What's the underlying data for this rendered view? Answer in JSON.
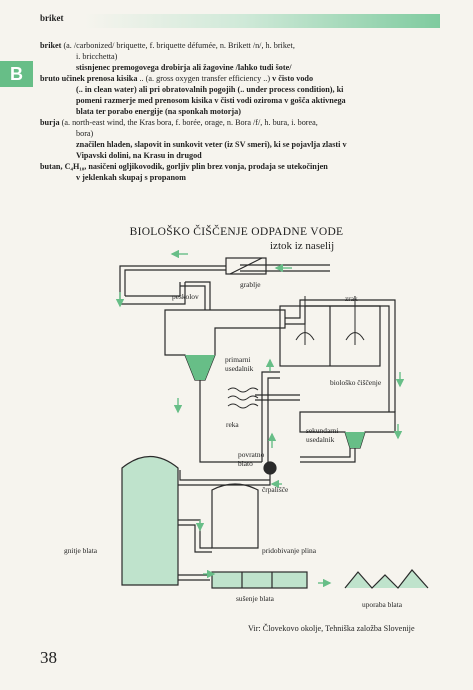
{
  "running_head": "briket",
  "side_tab": "B",
  "entries": [
    {
      "term": "briket",
      "gloss_lines": [
        "(a. /carbonized/ briquette, f. briquette défumée, n. Brikett /n/, h. briket,",
        "i. bricchetta)"
      ],
      "definition_lines": [
        "stisnjenec premogovega drobirja ali žagovine /lahko tudi šote/"
      ]
    },
    {
      "term": "bruto učinek prenosa kisika",
      "gloss_lines": [
        ".. (a. gross oxygen transfer efficiency ..)"
      ],
      "definition_lines": [
        "v čisto vodo",
        "(.. in clean water) ali pri obratovalnih pogojih (.. under process condition), ki",
        "pomeni razmerje med prenosom kisika v čisti vodi oziroma v gošča aktivnega",
        "blata ter porabo energije (na sponkah motorja)"
      ]
    },
    {
      "term": "burja",
      "gloss_lines": [
        "(a. north-east wind, the Kras bora, f. borée, orage, n. Bora /f/, h. bura, i. borea,",
        "bora)"
      ],
      "definition_lines": [
        "značilen hladen, slapovit in sunkovit veter (iz SV smeri), ki se pojavlja zlasti v",
        "Vipavski dolini, na Krasu in drugod"
      ]
    },
    {
      "term": "butan",
      "formula": "C₄H₁₀",
      "definition_lines": [
        "nasičeni ogljikovodik, gorljiv plin brez vonja, prodaja se utekočinjen",
        "v jeklenkah skupaj s propanom"
      ]
    }
  ],
  "diagram": {
    "title": "BIOLOŠKO ČIŠČENJE ODPADNE VODE",
    "subtitle": "iztok iz naselij",
    "labels": {
      "grablje": "grablje",
      "peskolov": "peskolov",
      "zrak": "zrak",
      "primarni_usedalnik": [
        "primarni",
        "usedalnik"
      ],
      "bio": "biološko čiščenje",
      "reka": "reka",
      "sekundarni_usedalnik": [
        "sekundarni",
        "usedalnik"
      ],
      "povratno_blato": [
        "povratno",
        "blato"
      ],
      "crpalisce": "črpališče",
      "gnitje": "gnitje blata",
      "plin": "pridobivanje plina",
      "susenje": "sušenje blata",
      "uporaba": "uporaba blata"
    }
  },
  "source": "Vir: Človekovo okolje, Tehniška založba Slovenije",
  "page_number": "38",
  "colors": {
    "accent_green": "#67be87",
    "light_green": "#bfe3cc",
    "line": "#2a2a2a"
  }
}
